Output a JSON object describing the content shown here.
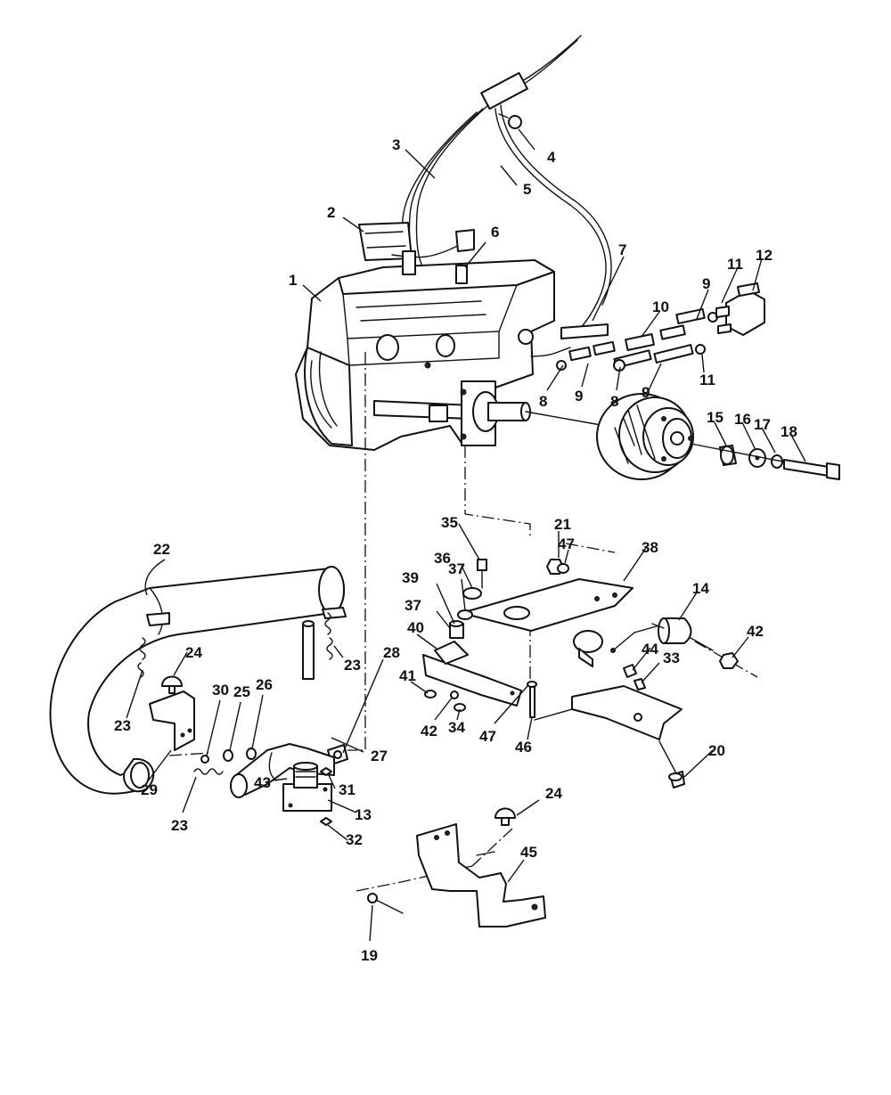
{
  "diagram": {
    "callouts": [
      {
        "id": "1",
        "text": "1"
      },
      {
        "id": "2",
        "text": "2"
      },
      {
        "id": "3",
        "text": "3"
      },
      {
        "id": "4",
        "text": "4"
      },
      {
        "id": "5",
        "text": "5"
      },
      {
        "id": "6",
        "text": "6"
      },
      {
        "id": "7",
        "text": "7"
      },
      {
        "id": "8a",
        "text": "8"
      },
      {
        "id": "8b",
        "text": "8"
      },
      {
        "id": "9a",
        "text": "9"
      },
      {
        "id": "9b",
        "text": "9"
      },
      {
        "id": "9c",
        "text": "9"
      },
      {
        "id": "10",
        "text": "10"
      },
      {
        "id": "11a",
        "text": "11"
      },
      {
        "id": "11b",
        "text": "11"
      },
      {
        "id": "12",
        "text": "12"
      },
      {
        "id": "13",
        "text": "13"
      },
      {
        "id": "14",
        "text": "14"
      },
      {
        "id": "15",
        "text": "15"
      },
      {
        "id": "16",
        "text": "16"
      },
      {
        "id": "17",
        "text": "17"
      },
      {
        "id": "18",
        "text": "18"
      },
      {
        "id": "19",
        "text": "19"
      },
      {
        "id": "20",
        "text": "20"
      },
      {
        "id": "21",
        "text": "21"
      },
      {
        "id": "22",
        "text": "22"
      },
      {
        "id": "23a",
        "text": "23"
      },
      {
        "id": "23b",
        "text": "23"
      },
      {
        "id": "23c",
        "text": "23"
      },
      {
        "id": "24a",
        "text": "24"
      },
      {
        "id": "24b",
        "text": "24"
      },
      {
        "id": "25",
        "text": "25"
      },
      {
        "id": "26",
        "text": "26"
      },
      {
        "id": "27",
        "text": "27"
      },
      {
        "id": "28",
        "text": "28"
      },
      {
        "id": "29",
        "text": "29"
      },
      {
        "id": "30",
        "text": "30"
      },
      {
        "id": "31",
        "text": "31"
      },
      {
        "id": "32",
        "text": "32"
      },
      {
        "id": "33",
        "text": "33"
      },
      {
        "id": "34",
        "text": "34"
      },
      {
        "id": "35",
        "text": "35"
      },
      {
        "id": "36",
        "text": "36"
      },
      {
        "id": "37a",
        "text": "37"
      },
      {
        "id": "37b",
        "text": "37"
      },
      {
        "id": "38",
        "text": "38"
      },
      {
        "id": "39",
        "text": "39"
      },
      {
        "id": "40",
        "text": "40"
      },
      {
        "id": "41",
        "text": "41"
      },
      {
        "id": "42a",
        "text": "42"
      },
      {
        "id": "42b",
        "text": "42"
      },
      {
        "id": "43",
        "text": "43"
      },
      {
        "id": "44",
        "text": "44"
      },
      {
        "id": "45",
        "text": "45"
      },
      {
        "id": "46",
        "text": "46"
      },
      {
        "id": "47a",
        "text": "47"
      },
      {
        "id": "47b",
        "text": "47"
      }
    ]
  }
}
